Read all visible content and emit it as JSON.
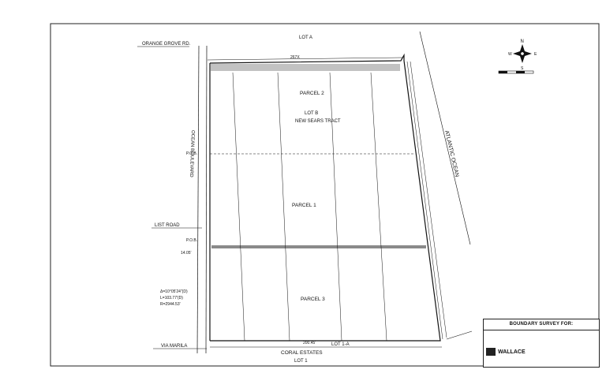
{
  "sheet": {
    "title_block": {
      "heading": "BOUNDARY SURVEY FOR:",
      "firm": "WALLACE"
    }
  },
  "labels": {
    "road_north": "ORANGE GROVE RD.",
    "road_middle": "LIST ROAD",
    "road_south": "VIA MARILA",
    "boulevard": "OCEAN BOULEVARD",
    "ocean": "ATLANTIC OCEAN",
    "lot_a": "LOT A",
    "parcel_2": "PARCEL 2",
    "lot_b": "LOT B",
    "tract": "NEW SEARS TRACT",
    "parcel_1": "PARCEL 1",
    "parcel_3": "PARCEL 3",
    "lot_1a": "LOT 1-A",
    "coral_estates": "CORAL ESTATES",
    "lot_1": "LOT 1",
    "pob_1": "P.O.B.",
    "pob_2": "P.O.B.",
    "dim_north": "267X",
    "dim_south": "200.45'",
    "dim_west": "14.05'",
    "curve_delta": "Δ=10°05'24\"(D)",
    "curve_length": "L=103.77'(D)",
    "curve_radius": "R=2944.53'",
    "north_arrow": "N",
    "north_w": "W",
    "north_e": "E",
    "north_s": "S"
  }
}
